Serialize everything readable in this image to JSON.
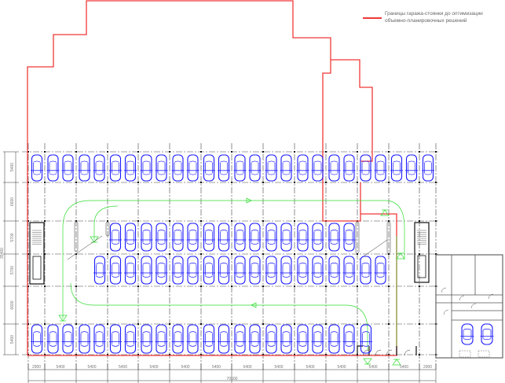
{
  "legend": {
    "line1": "Границы гаража-стоянки до оптимизации",
    "line2": "объемно-планировочных решений",
    "color": "#f03838"
  },
  "dimensions": {
    "vertical": [
      "5400",
      "6600",
      "5700",
      "5700",
      "6600",
      "5400"
    ],
    "vertical_total": "35400",
    "horizontal": [
      "2900",
      "5400",
      "5400",
      "5400",
      "5400",
      "5400",
      "5400",
      "5400",
      "5400",
      "5400",
      "5400",
      "5400",
      "5400",
      "2900"
    ],
    "horizontal_total": "70600"
  },
  "colors": {
    "car": "#1a1aff",
    "ramp": "#33dd33",
    "boundary": "#f03838",
    "grid": "#333333"
  }
}
